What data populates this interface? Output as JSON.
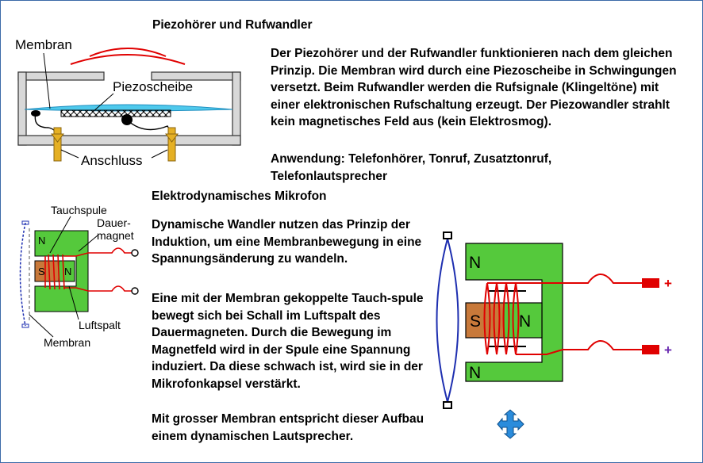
{
  "section1": {
    "title": "Piezohörer und Rufwandler",
    "paragraph": "Der Piezohörer und der Rufwandler funktionieren nach dem gleichen Prinzip. Die Membran wird durch eine Piezoscheibe in Schwingungen versetzt. Beim Rufwandler werden die Rufsignale (Klingeltöne) mit einer elektronischen Rufschaltung erzeugt. Der Piezowandler strahlt kein magnetisches Feld aus (kein Elektrosmog).",
    "application": "Anwendung: Telefonhörer, Tonruf, Zusatztonruf, Telefonlautsprecher",
    "diagram": {
      "membran": "Membran",
      "piezoscheibe": "Piezoscheibe",
      "anschluss": "Anschluss"
    }
  },
  "section2": {
    "title": "Elektrodynamisches Mikrofon",
    "paragraph1": "Dynamische Wandler nutzen das Prinzip der Induktion, um eine Membranbewegung in eine Spannungsänderung zu wandeln.",
    "paragraph2": "Eine mit der Membran gekoppelte Tauch-spule bewegt sich bei Schall im Luftspalt des Dauermagneten. Durch die Bewegung im Magnetfeld wird in der Spule eine Spannung induziert. Da diese schwach ist, wird sie in der Mikrofonkapsel verstärkt.",
    "paragraph3": "Mit grosser Membran entspricht dieser Aufbau einem dynamischen Lautsprecher.",
    "small_diagram": {
      "tauchspule": "Tauchspule",
      "dauer": "Dauer-",
      "magnet": "magnet",
      "luftspalt": "Luftspalt",
      "membran": "Membran",
      "s": "S",
      "n": "N"
    },
    "large_diagram": {
      "n_top": "N",
      "n_bottom": "N",
      "s": "S",
      "n_mid": "N",
      "plus": "+",
      "minus": "+"
    }
  },
  "colors": {
    "magnet_green": "#55c93c",
    "core_orange": "#c8793a",
    "coil_red": "#e00000",
    "membrane_blue": "#1e2fb0",
    "piezo_cyan": "#4fc9ec",
    "connector_gold": "#e5b024",
    "nav_blue": "#2a8cdc",
    "frame_blue": "#3c6aa8"
  },
  "icons": [
    "move-arrows-icon"
  ]
}
